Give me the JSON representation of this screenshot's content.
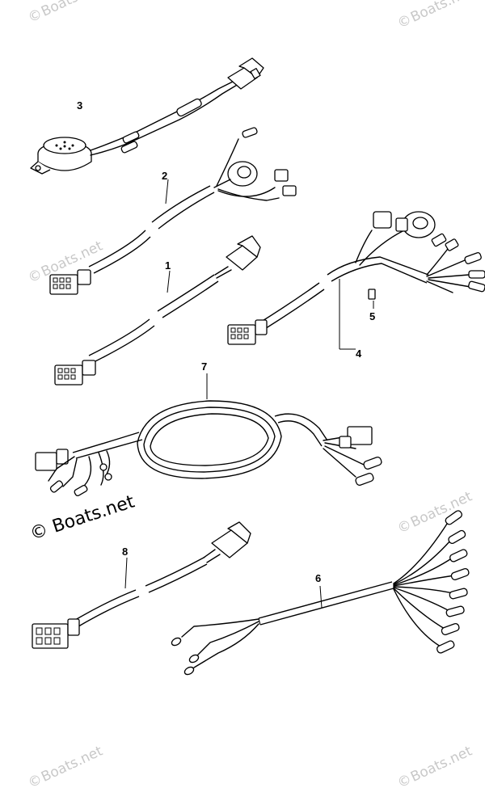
{
  "watermark": {
    "text": "Boats.net",
    "symbol": "©"
  },
  "copyright": {
    "text": "© Boats.net"
  },
  "part_labels": [
    "3",
    "2",
    "1",
    "5",
    "4",
    "7",
    "8",
    "6"
  ]
}
